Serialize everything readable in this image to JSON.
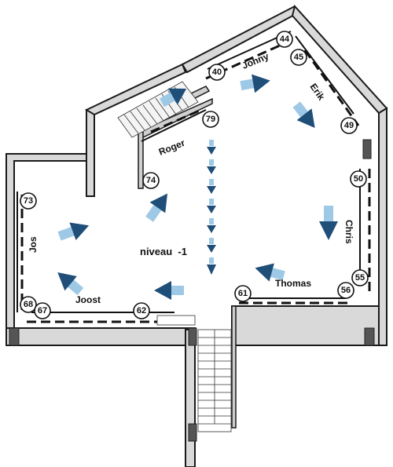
{
  "level_label": "niveau  -1",
  "colors": {
    "arrow_dark": "#1f4e79",
    "arrow_light": "#9ec9e6",
    "wall": "#d9d9d9",
    "pillar": "#555555"
  },
  "markers": [
    "44",
    "40",
    "45",
    "49",
    "79",
    "74",
    "73",
    "50",
    "68",
    "67",
    "62",
    "61",
    "56",
    "55"
  ],
  "names": [
    "Johny",
    "Erik",
    "Roger",
    "Chris",
    "Jos",
    "Joost",
    "Thomas"
  ]
}
